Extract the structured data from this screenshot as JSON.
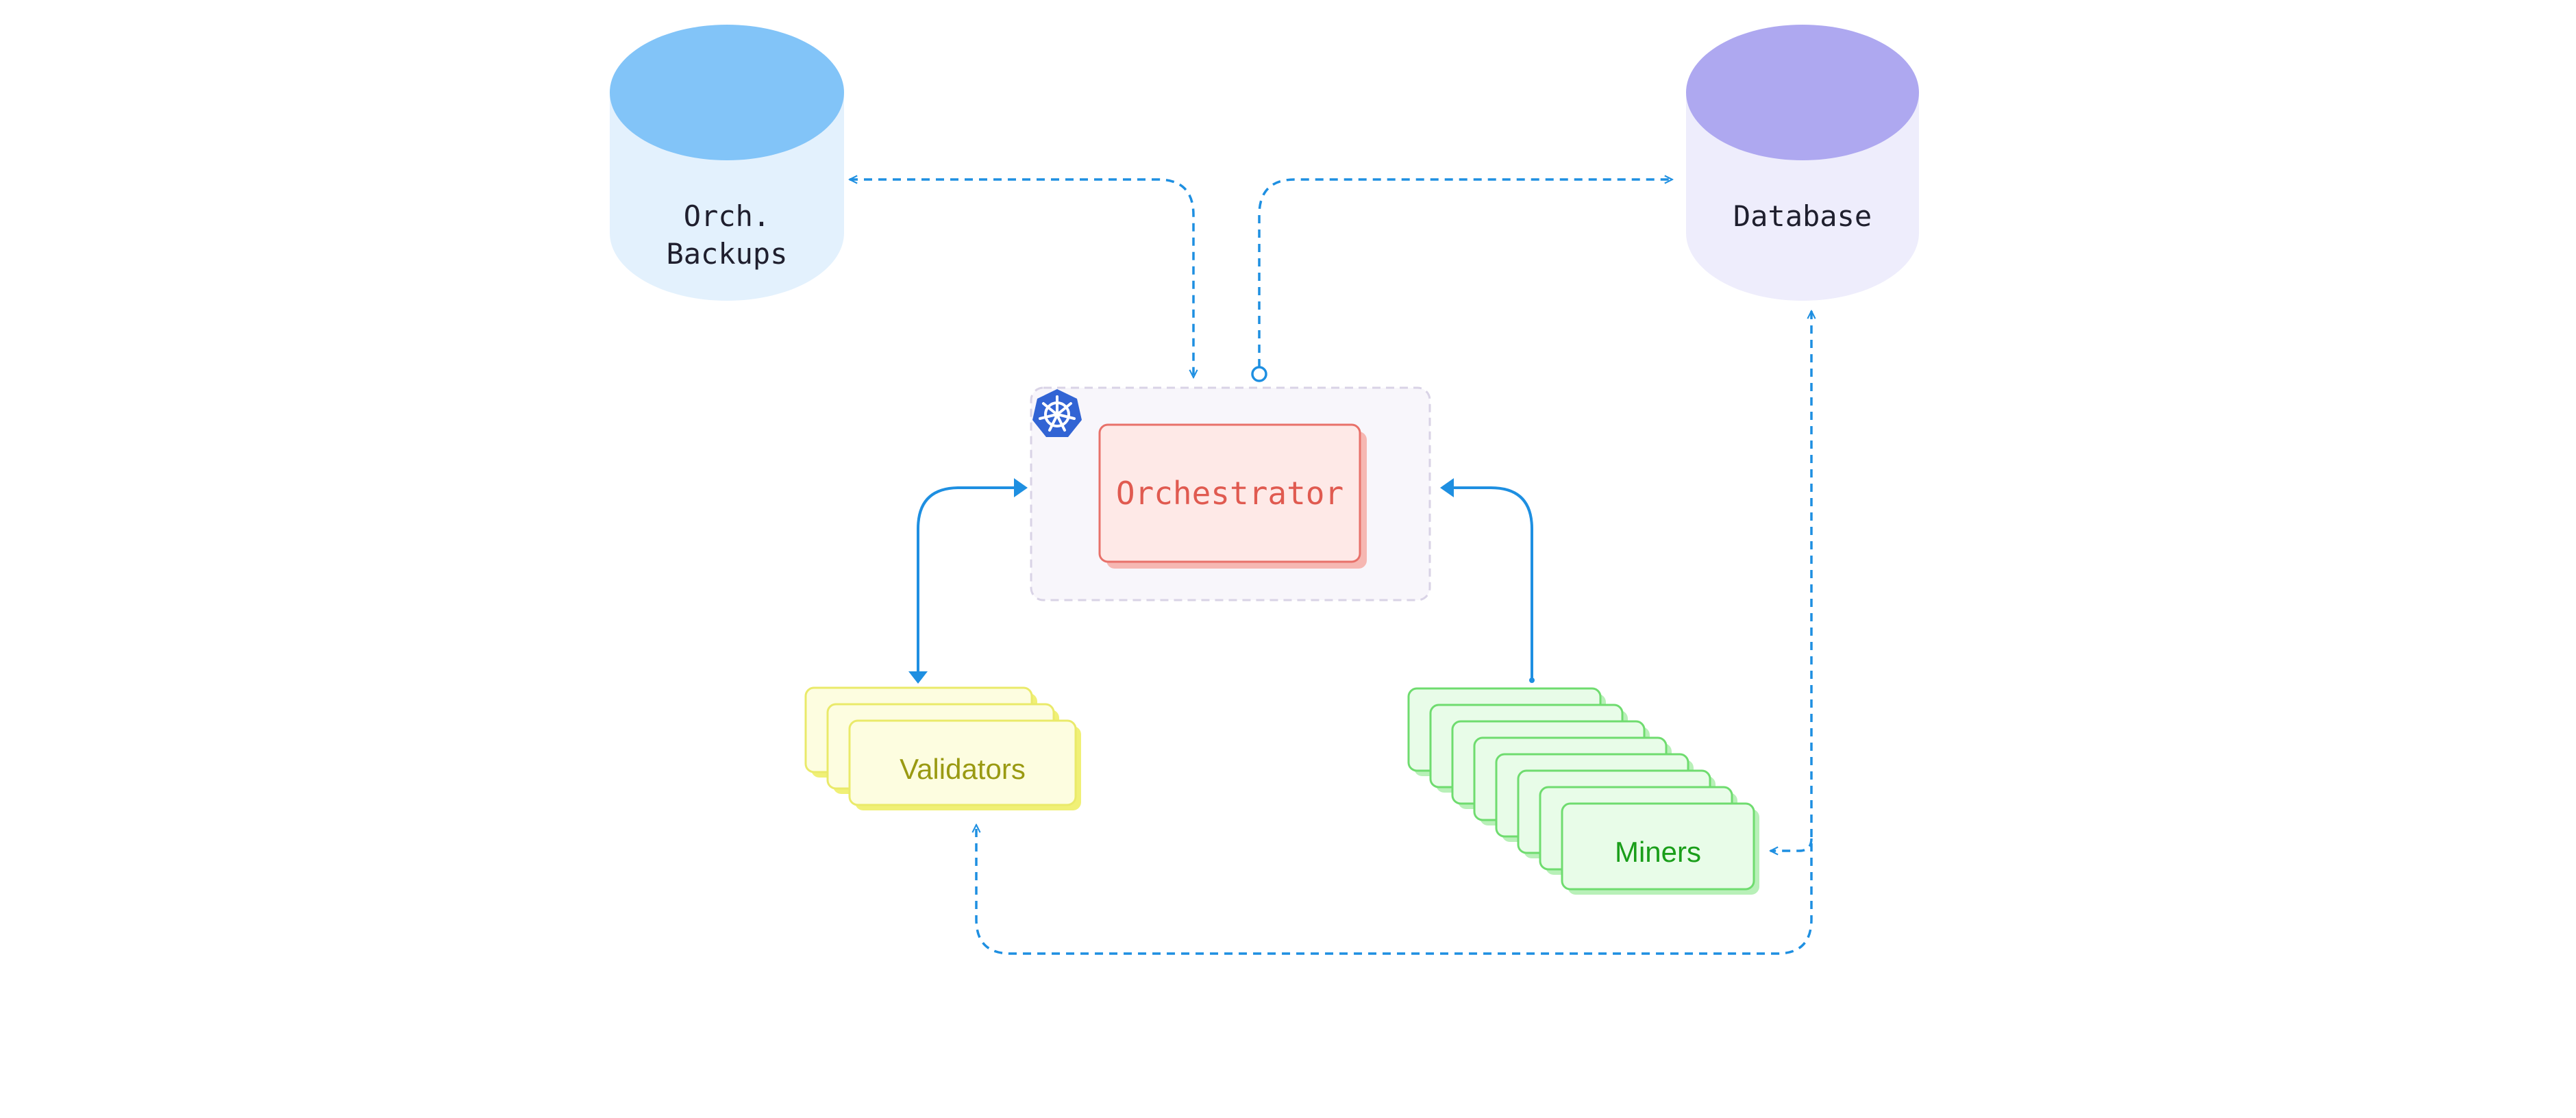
{
  "nodes": {
    "orch_backups": {
      "line1": "Orch.",
      "line2": "Backups"
    },
    "database": {
      "label": "Database"
    },
    "orchestrator": {
      "label": "Orchestrator"
    },
    "validators": {
      "label": "Validators"
    },
    "miners": {
      "label": "Miners"
    }
  },
  "icons": {
    "cluster": "kubernetes-icon"
  },
  "colors": {
    "arrow": "#1e8fe1",
    "backups_top": "#82c4f8",
    "backups_body": "#e3f1fd",
    "database_top": "#aea8f0",
    "database_body": "#eeedfc",
    "cluster_fill": "#f8f6fb",
    "cluster_border": "#d9d3e6",
    "orchestrator_fill": "#fee9e7",
    "orchestrator_border": "#e8716a",
    "orchestrator_text": "#e05a50",
    "validators_fill": "#fdfde0",
    "validators_border": "#eaea6a",
    "validators_text": "#9a9a12",
    "miners_fill": "#e8fce8",
    "miners_border": "#6fdc6f",
    "miners_text": "#1a9e1a",
    "k8s_blue": "#3264d4"
  }
}
